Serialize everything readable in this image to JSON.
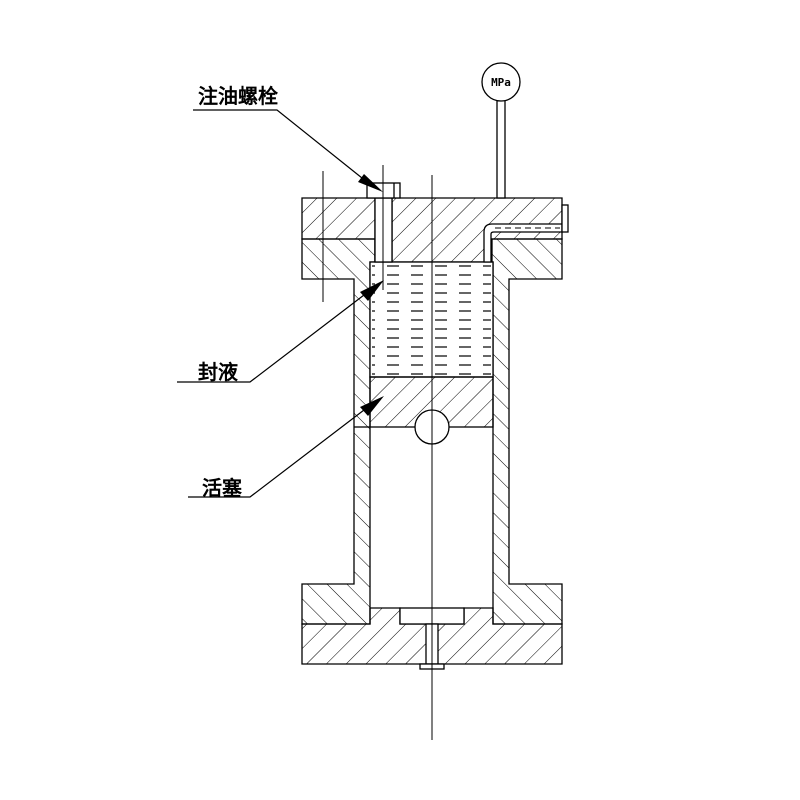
{
  "labels": {
    "oil_bolt": "注油螺栓",
    "seal_liquid": "封液",
    "piston": "活塞"
  },
  "gauge": {
    "unit": "MPa"
  },
  "colors": {
    "line": "#000000",
    "background": "#ffffff"
  }
}
